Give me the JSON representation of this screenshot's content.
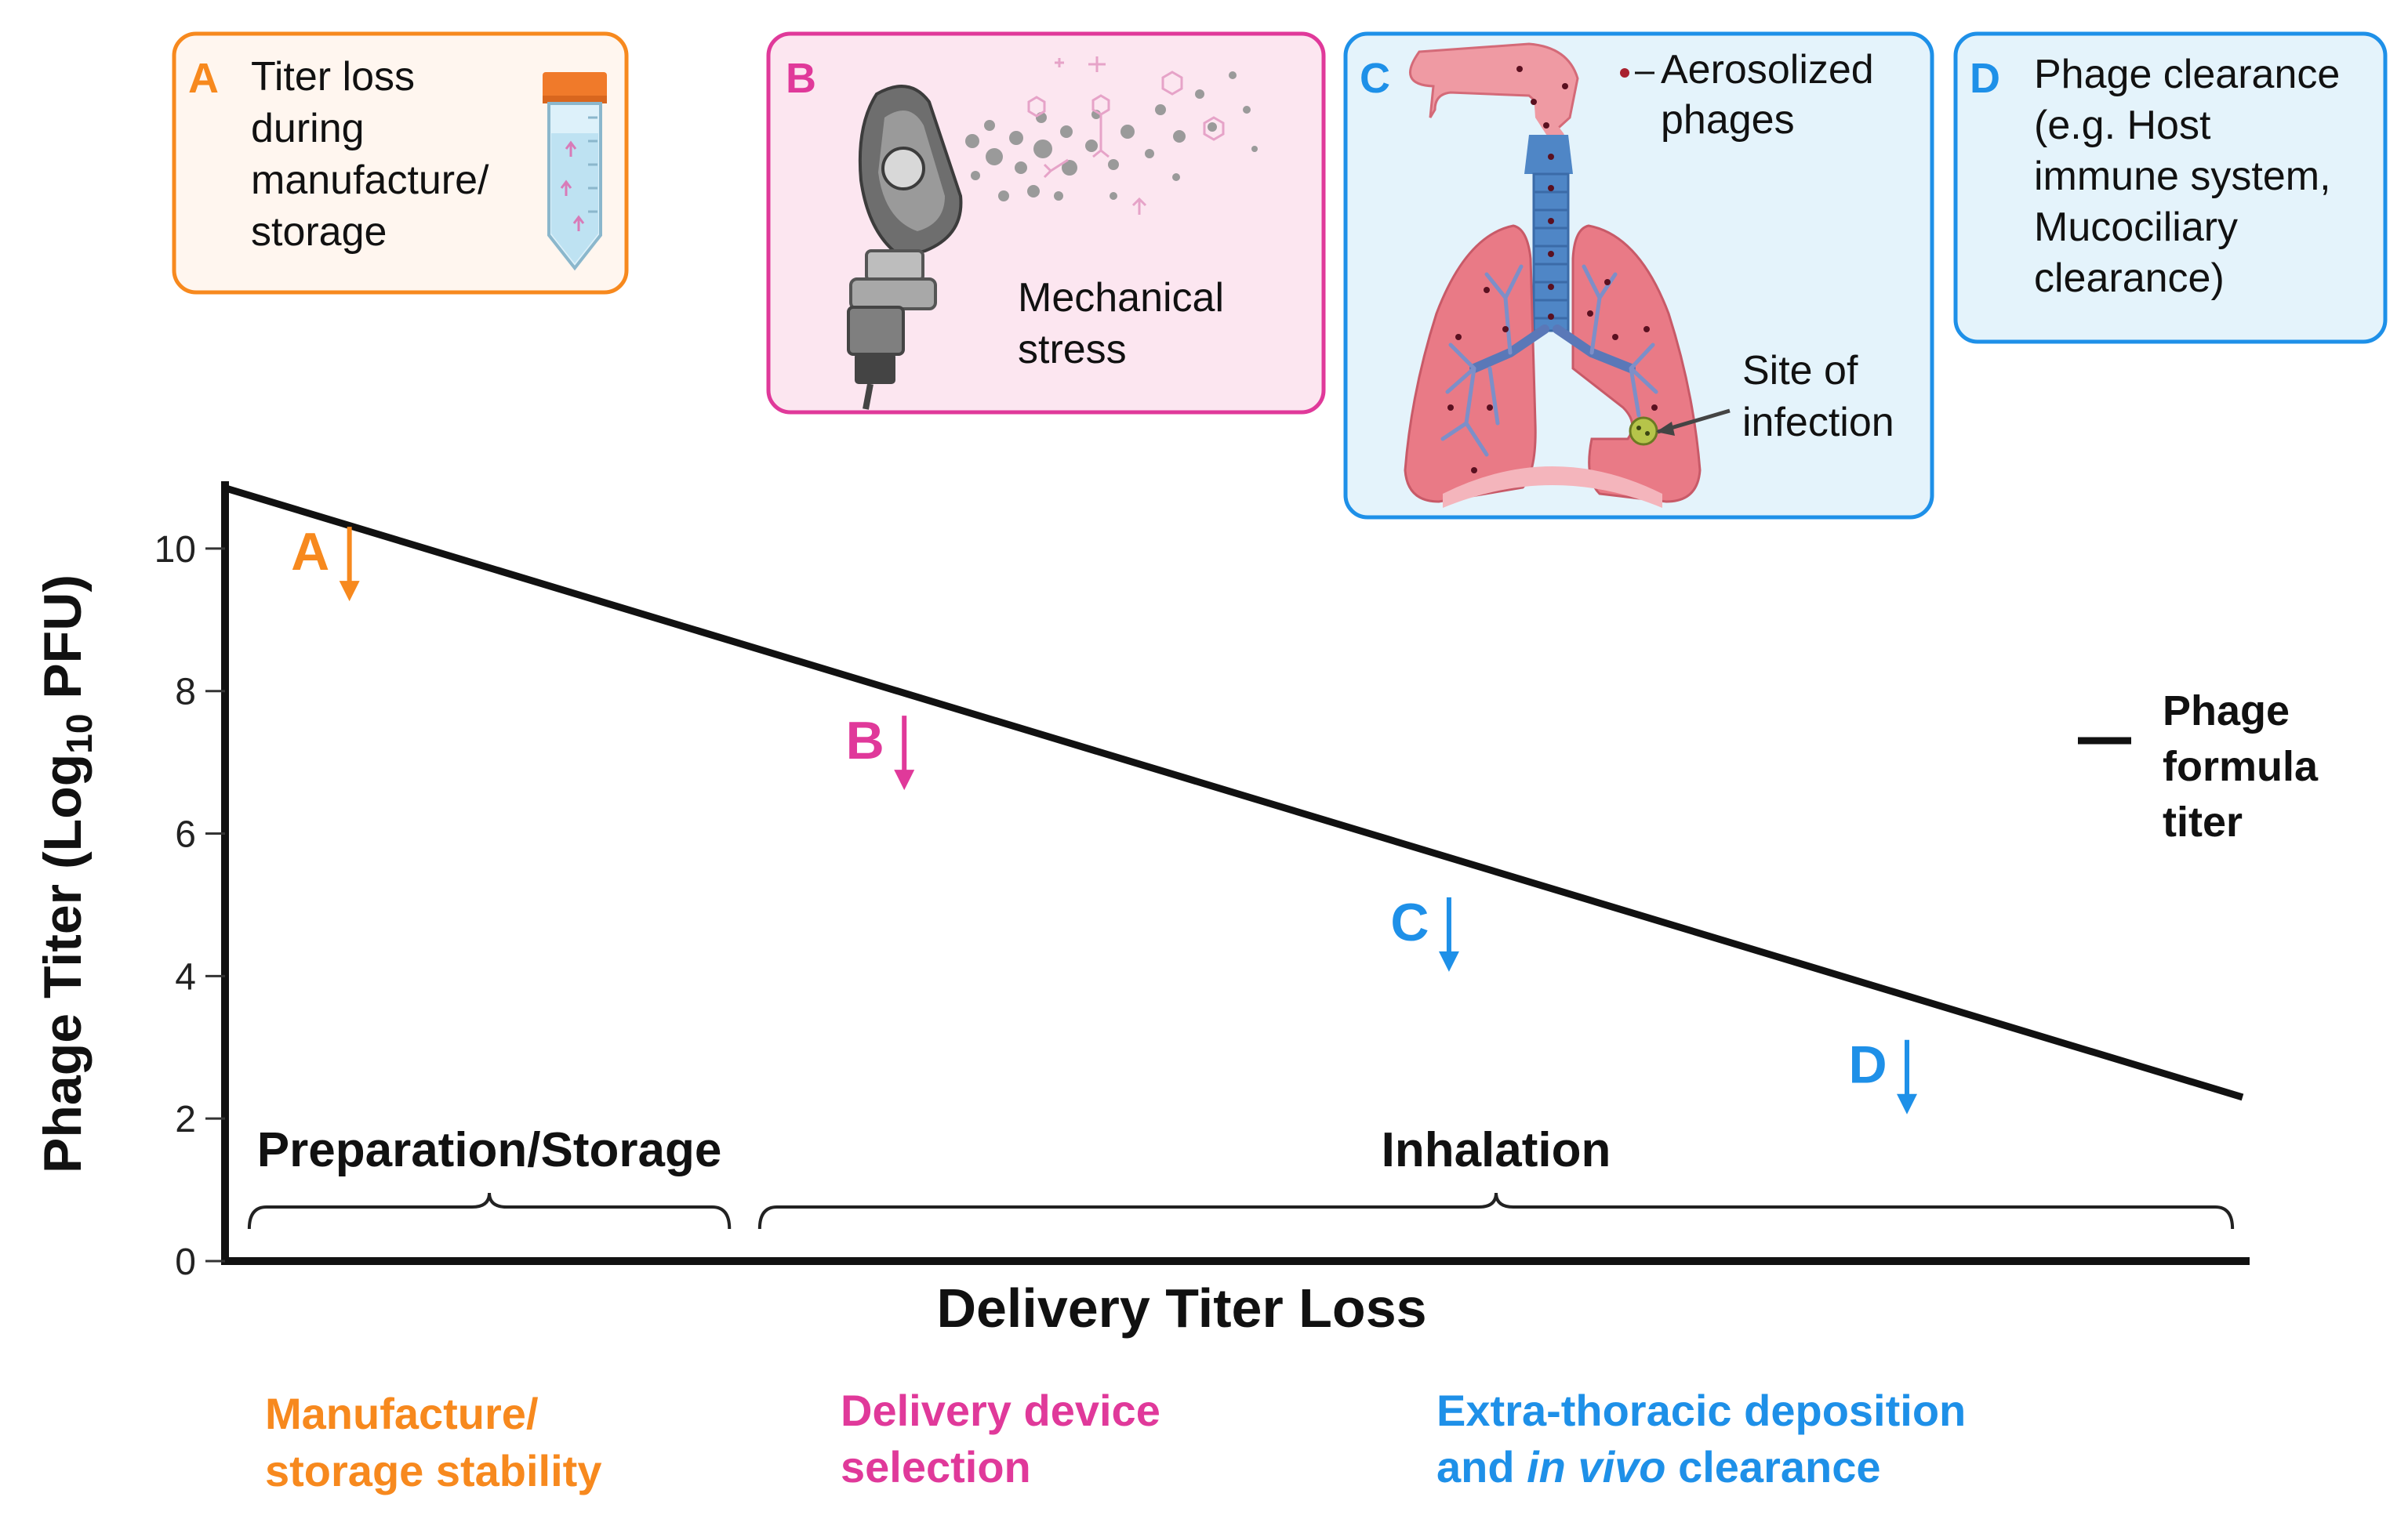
{
  "colors": {
    "orange": "#F7891E",
    "pink": "#E0399A",
    "blue": "#1E90E8",
    "black": "#111111",
    "box_a_fill": "#FFF6EF",
    "box_b_fill": "#FCE6F0",
    "box_c_fill": "#E4F3FB",
    "box_d_fill": "#E4F3FB",
    "lung": "#E97A86",
    "trachea": "#4F86C6"
  },
  "boxes": {
    "a": {
      "letter": "A",
      "lines": [
        "Titer loss",
        "during",
        "manufacture/",
        "storage"
      ],
      "icon": "sample-tube-icon"
    },
    "b": {
      "letter": "B",
      "lines": [
        "Mechanical",
        "stress"
      ],
      "icon": "nebulizer-mask-icon"
    },
    "c": {
      "letter": "C",
      "legend_lines": [
        "Aerosolized",
        "phages"
      ],
      "infection_lines": [
        "Site of",
        "infection"
      ],
      "icon": "lungs-icon"
    },
    "d": {
      "letter": "D",
      "lines": [
        "Phage clearance",
        "(e.g. Host",
        "immune system,",
        "Mucociliary",
        "clearance)"
      ]
    }
  },
  "chart_data": {
    "type": "line",
    "title": "",
    "xlabel": "Delivery Titer Loss",
    "ylabel_main": "Phage Titer (Log",
    "ylabel_sub": "10",
    "ylabel_end": " PFU)",
    "ylim": [
      0,
      11
    ],
    "yticks": [
      0,
      2,
      4,
      6,
      8,
      10
    ],
    "xlim": [
      0,
      1
    ],
    "series": [
      {
        "name_lines": [
          "Phage",
          "formula",
          "titer"
        ],
        "x": [
          0,
          1
        ],
        "y": [
          10.85,
          2.3
        ]
      }
    ],
    "markers": [
      {
        "letter": "A",
        "x": 0.05,
        "y": 9.7,
        "color": "orange"
      },
      {
        "letter": "B",
        "x": 0.325,
        "y": 7.05,
        "color": "pink"
      },
      {
        "letter": "C",
        "x": 0.595,
        "y": 4.5,
        "color": "blue"
      },
      {
        "letter": "D",
        "x": 0.822,
        "y": 2.5,
        "color": "blue"
      }
    ],
    "phases": [
      {
        "label": "Preparation/Storage",
        "x0": 0.012,
        "x1": 0.25
      },
      {
        "label": "Inhalation",
        "x0": 0.265,
        "x1": 0.995
      }
    ],
    "grid": false
  },
  "captions": [
    {
      "lines": [
        "Manufacture/",
        "storage stability"
      ],
      "color": "orange"
    },
    {
      "lines": [
        "Delivery device",
        "selection"
      ],
      "color": "pink"
    },
    {
      "line1": "Extra-thoracic deposition",
      "line2_before": "and ",
      "line2_italic": "in vivo",
      "line2_after": " clearance",
      "color": "blue"
    }
  ]
}
